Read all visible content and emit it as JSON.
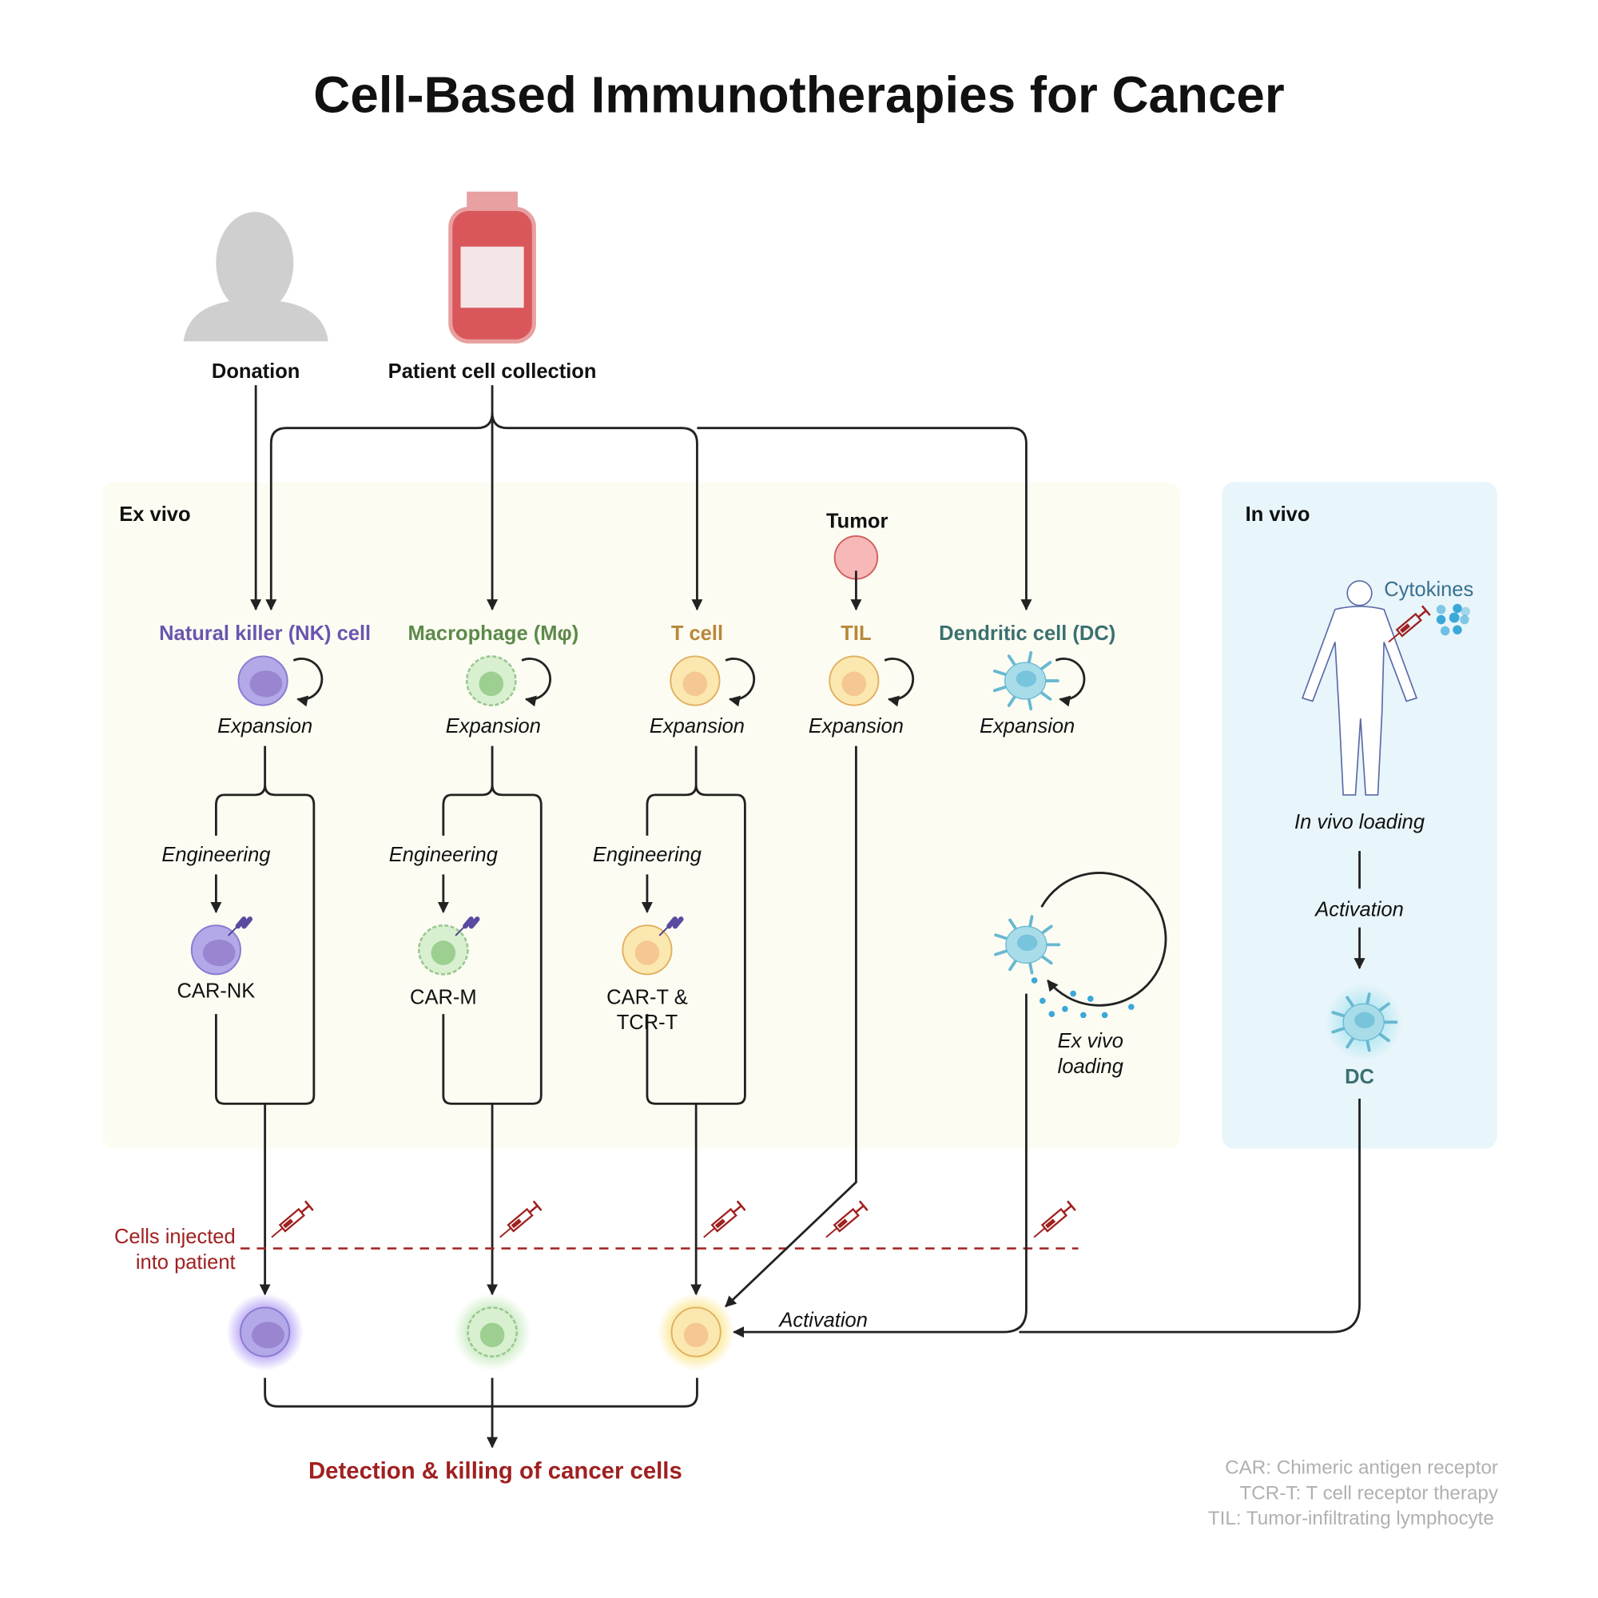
{
  "title": "Cell-Based Immunotherapies for Cancer",
  "sources": {
    "donation": "Donation",
    "patient": "Patient cell collection"
  },
  "ex_vivo": {
    "label": "Ex vivo",
    "tumor": "Tumor",
    "columns": [
      {
        "name": "Natural killer (NK) cell",
        "color": "#6a55b0",
        "expansion": "Expansion",
        "engineering": "Engineering",
        "engineered": [
          "CAR-NK"
        ]
      },
      {
        "name": "Macrophage (Mφ)",
        "color": "#5c8a4a",
        "expansion": "Expansion",
        "engineering": "Engineering",
        "engineered": [
          "CAR-M"
        ]
      },
      {
        "name": "T cell",
        "color": "#b8873a",
        "expansion": "Expansion",
        "engineering": "Engineering",
        "engineered": [
          "CAR-T &",
          "TCR-T"
        ]
      },
      {
        "name": "TIL",
        "color": "#b8873a",
        "expansion": "Expansion"
      },
      {
        "name": "Dendritic cell (DC)",
        "color": "#3a7070",
        "expansion": "Expansion",
        "loading": [
          "Ex vivo",
          "loading"
        ]
      }
    ]
  },
  "in_vivo": {
    "label": "In vivo",
    "cytokines": "Cytokines",
    "loading": "In vivo loading",
    "activation": "Activation",
    "dc": "DC"
  },
  "injection": [
    "Cells injected",
    "into patient"
  ],
  "activation": "Activation",
  "outcome": "Detection & killing of cancer cells",
  "legend": [
    "CAR: Chimeric antigen receptor",
    "TCR-T: T cell receptor therapy",
    "TIL: Tumor-infiltrating lymphocyte"
  ],
  "colors": {
    "accent_red": "#a02020",
    "ex_vivo_bg": "#fdfcf3",
    "in_vivo_bg": "#e8f5fa",
    "footnote": "#b0b0b0"
  }
}
